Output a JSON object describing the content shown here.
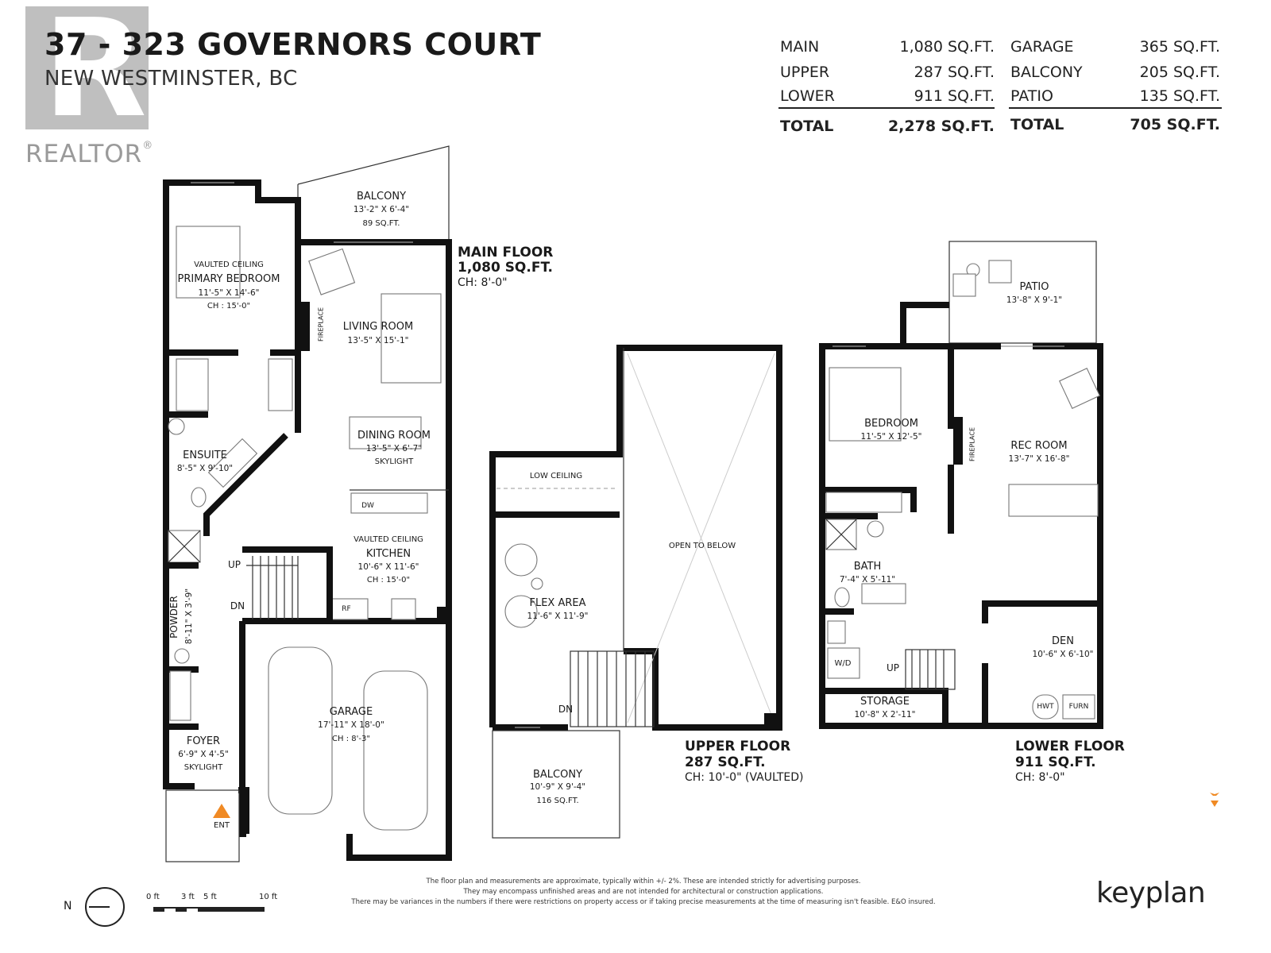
{
  "header": {
    "title": "37 - 323 GOVERNORS COURT",
    "subtitle": "NEW WESTMINSTER, BC"
  },
  "realtor_logo": {
    "wordmark": "REALTOR",
    "reg": "®"
  },
  "summary": {
    "left": [
      {
        "label": "MAIN",
        "value": "1,080 SQ.FT."
      },
      {
        "label": "UPPER",
        "value": "287 SQ.FT."
      },
      {
        "label": "LOWER",
        "value": "911 SQ.FT."
      }
    ],
    "left_total": {
      "label": "TOTAL",
      "value": "2,278 SQ.FT."
    },
    "right": [
      {
        "label": "GARAGE",
        "value": "365 SQ.FT."
      },
      {
        "label": "BALCONY",
        "value": "205 SQ.FT."
      },
      {
        "label": "PATIO",
        "value": "135 SQ.FT."
      }
    ],
    "right_total": {
      "label": "TOTAL",
      "value": "705 SQ.FT."
    }
  },
  "floors": {
    "main": {
      "name": "MAIN FLOOR",
      "area": "1,080 SQ.FT.",
      "ch": "CH: 8'-0\""
    },
    "upper": {
      "name": "UPPER FLOOR",
      "area": "287 SQ.FT.",
      "ch": "CH: 10'-0\" (VAULTED)"
    },
    "lower": {
      "name": "LOWER FLOOR",
      "area": "911 SQ.FT.",
      "ch": "CH: 8'-0\""
    }
  },
  "rooms": {
    "main_balcony": {
      "name": "BALCONY",
      "dim": "13'-2\"  X  6'-4\"",
      "area": "89 SQ.FT."
    },
    "primary_bedroom": {
      "note": "VAULTED CEILING",
      "name": "PRIMARY BEDROOM",
      "dim": "11'-5\"  X  14'-6\"",
      "ch": "CH : 15'-0\""
    },
    "living_room": {
      "name": "LIVING ROOM",
      "dim": "13'-5\"  X  15'-1\""
    },
    "fireplace_main": "FIREPLACE",
    "dining_room": {
      "name": "DINING ROOM",
      "dim": "13'-5\"  X  6'-7\"",
      "note": "SKYLIGHT"
    },
    "ensuite": {
      "name": "ENSUITE",
      "dim": "8'-5\"  X  9'-10\""
    },
    "kitchen": {
      "note": "VAULTED CEILING",
      "name": "KITCHEN",
      "dim": "10'-6\"  X  11'-6\"",
      "ch": "CH : 15'-0\""
    },
    "dw": "DW",
    "rf": "RF",
    "up_main": "UP",
    "dn_main": "DN",
    "powder": {
      "name": "POWDER",
      "dim": "8'-11\"  X  3'-9\""
    },
    "garage": {
      "name": "GARAGE",
      "dim": "17'-11\"  X  18'-0\"",
      "ch": "CH : 8'-3\""
    },
    "foyer": {
      "name": "FOYER",
      "dim": "6'-9\"  X  4'-5\"",
      "note": "SKYLIGHT"
    },
    "ent": "ENT",
    "low_ceiling": "LOW CEILING",
    "open_to_below": "OPEN TO BELOW",
    "flex_area": {
      "name": "FLEX AREA",
      "dim": "11'-6\"  X  11'-9\""
    },
    "dn_upper": "DN",
    "upper_balcony": {
      "name": "BALCONY",
      "dim": "10'-9\"  X  9'-4\"",
      "area": "116 SQ.FT."
    },
    "patio": {
      "name": "PATIO",
      "dim": "13'-8\"  X  9'-1\""
    },
    "bedroom": {
      "name": "BEDROOM",
      "dim": "11'-5\"  X  12'-5\""
    },
    "rec_room": {
      "name": "REC ROOM",
      "dim": "13'-7\"  X  16'-8\""
    },
    "fireplace_lower": "FIREPLACE",
    "bath": {
      "name": "BATH",
      "dim": "7'-4\"  X  5'-11\""
    },
    "wd": "W/D",
    "up_lower": "UP",
    "den": {
      "name": "DEN",
      "dim": "10'-6\"  X  6'-10\""
    },
    "hwt": "HWT",
    "furn": "FURN",
    "storage": {
      "name": "STORAGE",
      "dim": "10'-8\"  X  2'-11\""
    }
  },
  "scale": {
    "north": "N",
    "t0": "0 ft",
    "t3": "3 ft",
    "t5": "5 ft",
    "t10": "10 ft"
  },
  "disclaimer": [
    "The floor plan and measurements are approximate, typically within +/- 2%. These are intended strictly for advertising purposes.",
    "They may encompass unfinished areas and are not intended for architectural or construction applications.",
    "There may be variances in the numbers if there were restrictions on property access or if taking precise measurements at the time of measuring isn't feasible. E&O insured."
  ],
  "brand": "keyplan",
  "colors": {
    "wall": "#111111",
    "accent": "#f08a24",
    "logo_gray": "#a9a9a9"
  }
}
